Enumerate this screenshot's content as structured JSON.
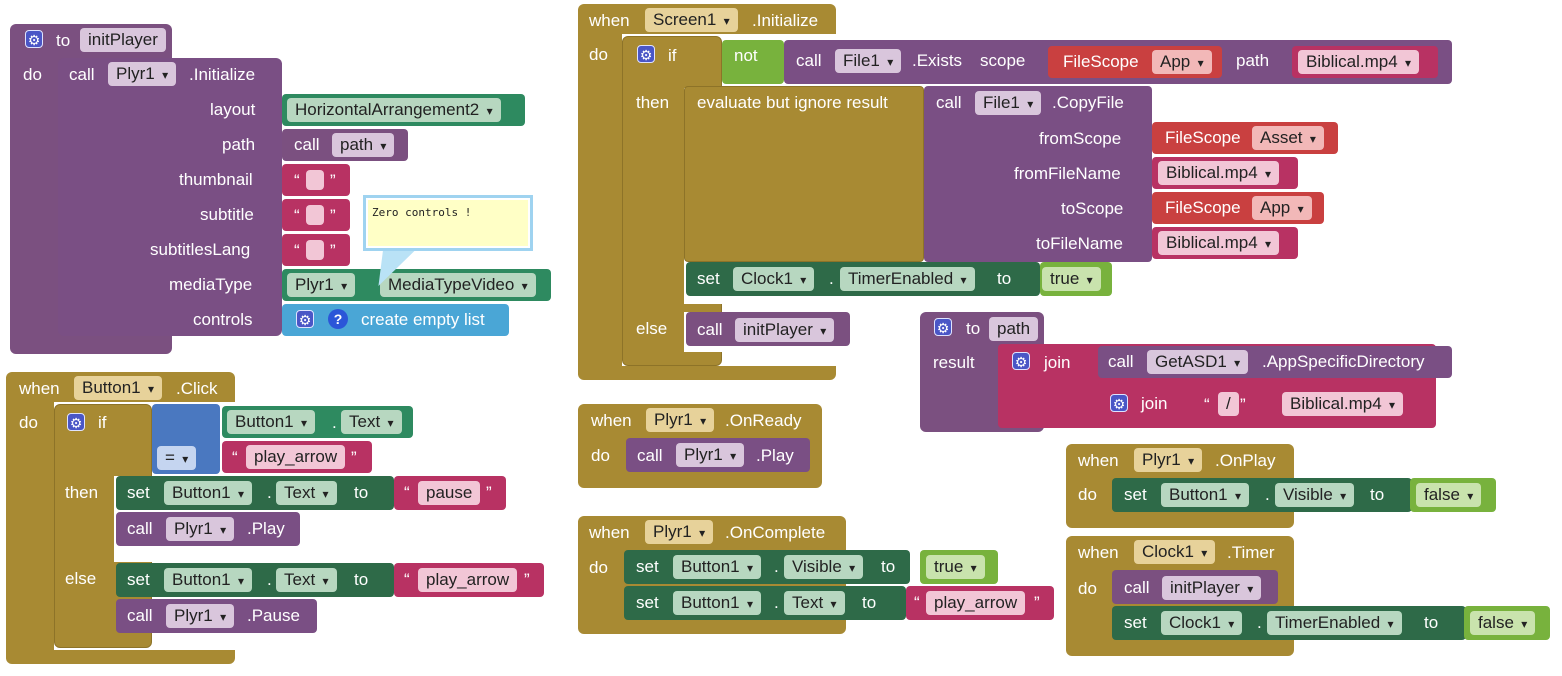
{
  "colors": {
    "procedure": "#7b5080",
    "control": "#a88a33",
    "component": "#7a4f84",
    "setter": "#2e6a48",
    "text": "#b83263",
    "logic": "#78b23d",
    "math": "#4a78c0",
    "list": "#4aa6d6",
    "filescope": "#c94040",
    "light_purple": "#d9c6dc",
    "light_green": "#b7d7c0",
    "light_red": "#f2b8b8",
    "light_gold": "#e7d29a"
  },
  "initPlayer": {
    "to": "to",
    "name": "initPlayer",
    "do": "do",
    "call": "call",
    "component": "Plyr1",
    "method": ".Initialize",
    "params": {
      "layout": "layout",
      "path": "path",
      "thumbnail": "thumbnail",
      "subtitle": "subtitle",
      "subtitlesLang": "subtitlesLang",
      "mediaType": "mediaType",
      "controls": "controls"
    },
    "layout_value": "HorizontalArrangement2",
    "path_call": "call",
    "path_value": "path",
    "media_component": "Plyr1",
    "media_value": "MediaTypeVideo",
    "list_label": "create empty list",
    "comment": "Zero controls !"
  },
  "buttonClick": {
    "when": "when",
    "component": "Button1",
    "event": ".Click",
    "do": "do",
    "if": "if",
    "then": "then",
    "else": "else",
    "cmp_component": "Button1",
    "cmp_prop": "Text",
    "eq": "=",
    "cmp_value": "play_arrow",
    "then_set": "set",
    "then_component": "Button1",
    "then_prop": "Text",
    "then_to": "to",
    "then_value": "pause",
    "then_call": "call",
    "then_call_component": "Plyr1",
    "then_call_method": ".Play",
    "else_set": "set",
    "else_component": "Button1",
    "else_prop": "Text",
    "else_to": "to",
    "else_value": "play_arrow",
    "else_call": "call",
    "else_call_component": "Plyr1",
    "else_call_method": ".Pause"
  },
  "screenInit": {
    "when": "when",
    "component": "Screen1",
    "event": ".Initialize",
    "do": "do",
    "if": "if",
    "then": "then",
    "else": "else",
    "not": "not",
    "exists_call": "call",
    "exists_component": "File1",
    "exists_method": ".Exists",
    "scope": "scope",
    "scope_label": "FileScope",
    "scope_value": "App",
    "path": "path",
    "path_value": "Biblical.mp4",
    "eval": "evaluate but ignore result",
    "copy_call": "call",
    "copy_component": "File1",
    "copy_method": ".CopyFile",
    "fromScope": "fromScope",
    "fromScope_label": "FileScope",
    "fromScope_value": "Asset",
    "fromFileName": "fromFileName",
    "fromFileName_value": "Biblical.mp4",
    "toScope": "toScope",
    "toScope_label": "FileScope",
    "toScope_value": "App",
    "toFileName": "toFileName",
    "toFileName_value": "Biblical.mp4",
    "set": "set",
    "set_component": "Clock1",
    "set_prop": "TimerEnabled",
    "set_to": "to",
    "set_value": "true",
    "else_call": "call",
    "else_value": "initPlayer"
  },
  "pathProc": {
    "to": "to",
    "name": "path",
    "result": "result",
    "join": "join",
    "call": "call",
    "component": "GetASD1",
    "method": ".AppSpecificDirectory",
    "join2": "join",
    "slash": "/",
    "file": "Biblical.mp4"
  },
  "onReady": {
    "when": "when",
    "component": "Plyr1",
    "event": ".OnReady",
    "do": "do",
    "call": "call",
    "call_component": "Plyr1",
    "method": ".Play"
  },
  "onComplete": {
    "when": "when",
    "component": "Plyr1",
    "event": ".OnComplete",
    "do": "do",
    "set1": "set",
    "c1": "Button1",
    "p1": "Visible",
    "to1": "to",
    "v1": "true",
    "set2": "set",
    "c2": "Button1",
    "p2": "Text",
    "to2": "to",
    "v2": "play_arrow"
  },
  "onPlay": {
    "when": "when",
    "component": "Plyr1",
    "event": ".OnPlay",
    "do": "do",
    "set": "set",
    "c": "Button1",
    "p": "Visible",
    "to": "to",
    "v": "false"
  },
  "timer": {
    "when": "when",
    "component": "Clock1",
    "event": ".Timer",
    "do": "do",
    "call": "call",
    "call_value": "initPlayer",
    "set": "set",
    "c": "Clock1",
    "p": "TimerEnabled",
    "to": "to",
    "v": "false"
  },
  "dot": "."
}
